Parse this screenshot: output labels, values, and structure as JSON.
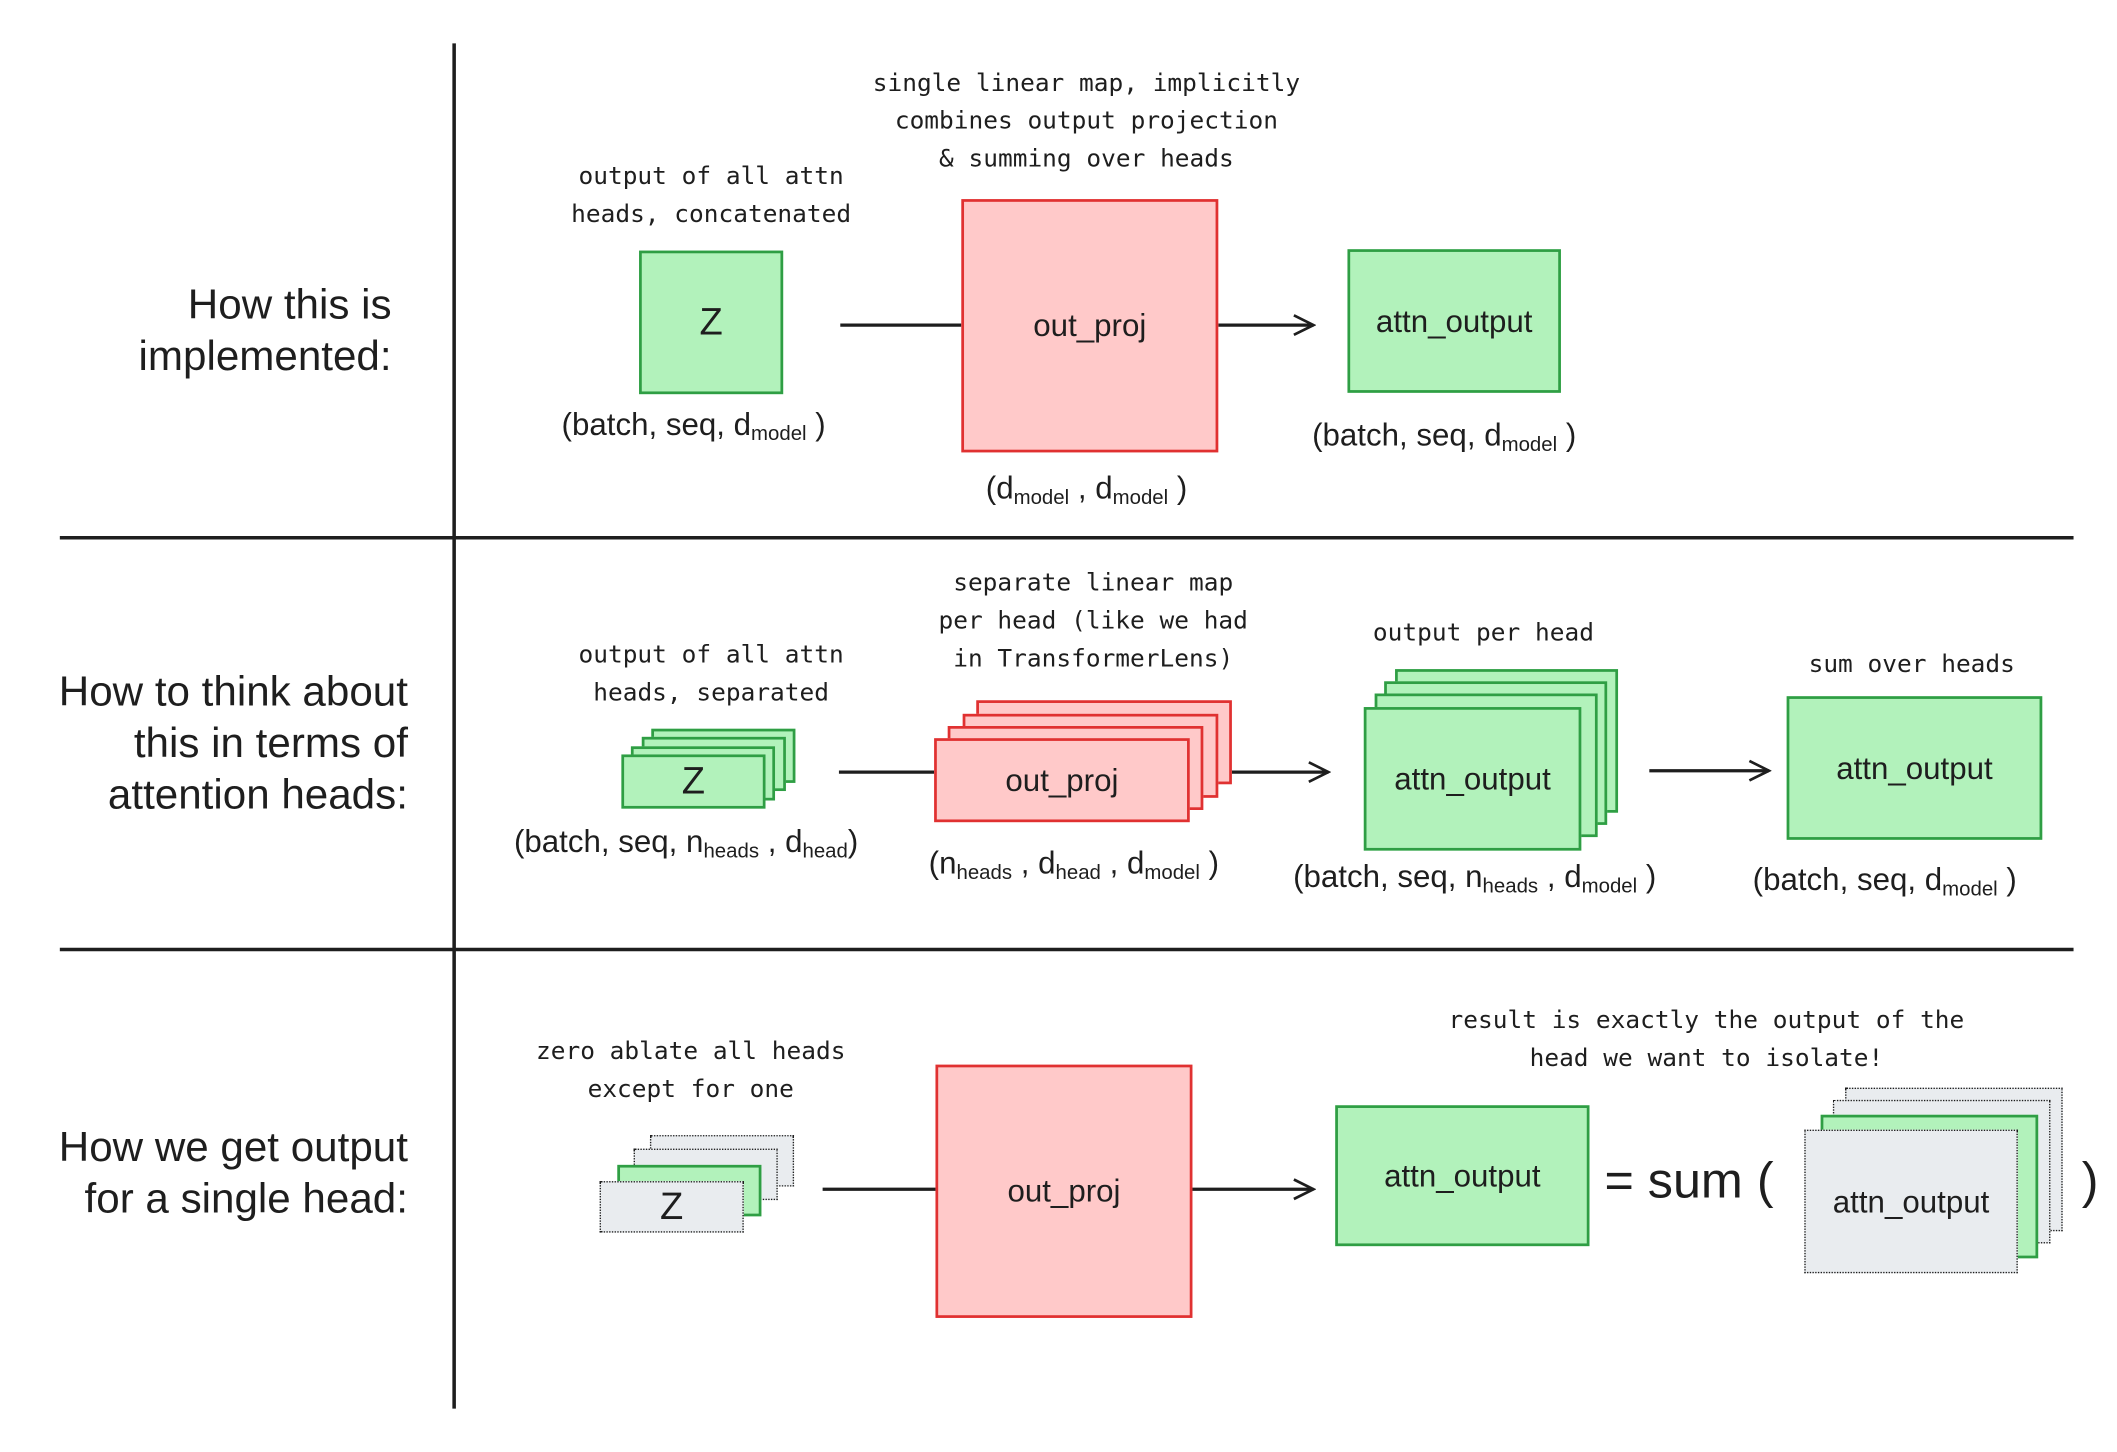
{
  "rows": {
    "row1": {
      "label": "How this is\nimplemented:",
      "note_input": "output of all attn\nheads, concatenated",
      "note_map": "single linear map, implicitly\ncombines output projection\n& summing over heads",
      "z_label": "Z",
      "proj_label": "out_proj",
      "out_label": "attn_output",
      "shape_z": {
        "pre": "(batch, seq, d",
        "sub": "model",
        "post": " )"
      },
      "shape_proj": {
        "p1": "(d",
        "s1": "model",
        "p2": " , d",
        "s2": "model",
        "p3": " )"
      },
      "shape_out": {
        "pre": "(batch, seq, d",
        "sub": "model",
        "post": " )"
      }
    },
    "row2": {
      "label": "How to think about\nthis in terms of\nattention heads:",
      "note_input": "output of all attn\nheads, separated",
      "note_map": "separate linear map\nper head (like we had\nin TransformerLens)",
      "note_perhead": "output per head",
      "note_sum": "sum over heads",
      "z_label": "Z",
      "proj_label": "out_proj",
      "perhead_label": "attn_output",
      "out_label": "attn_output",
      "shape_z": {
        "p1": "(batch, seq, n",
        "s1": "heads",
        "p2": " , d",
        "s2": "head",
        "p3": ")"
      },
      "shape_proj": {
        "p1": "(n",
        "s1": "heads",
        "p2": " , d",
        "s2": "head",
        "p3": " , d",
        "s3": "model",
        "p4": " )"
      },
      "shape_perhead": {
        "p1": "(batch, seq, n",
        "s1": "heads",
        "p2": " , d",
        "s2": "model",
        "p3": " )"
      },
      "shape_out": {
        "pre": "(batch, seq, d",
        "sub": "model",
        "post": " )"
      }
    },
    "row3": {
      "label": "How we get output\nfor a single head:",
      "note_input": "zero ablate all heads\nexcept for one",
      "note_result": "result is exactly the output of the\nhead we want to isolate!",
      "z_label": "Z",
      "proj_label": "out_proj",
      "out_label": "attn_output",
      "sum_open": "= sum (",
      "sum_inner_label": "attn_output",
      "sum_close": ")"
    }
  },
  "colors": {
    "green_fill": "#b2f2bb",
    "green_stroke": "#2f9e44",
    "red_fill": "#ffc9c9",
    "red_stroke": "#e03131",
    "gray_fill": "#e9ecef",
    "ink": "#1e1e1e"
  }
}
